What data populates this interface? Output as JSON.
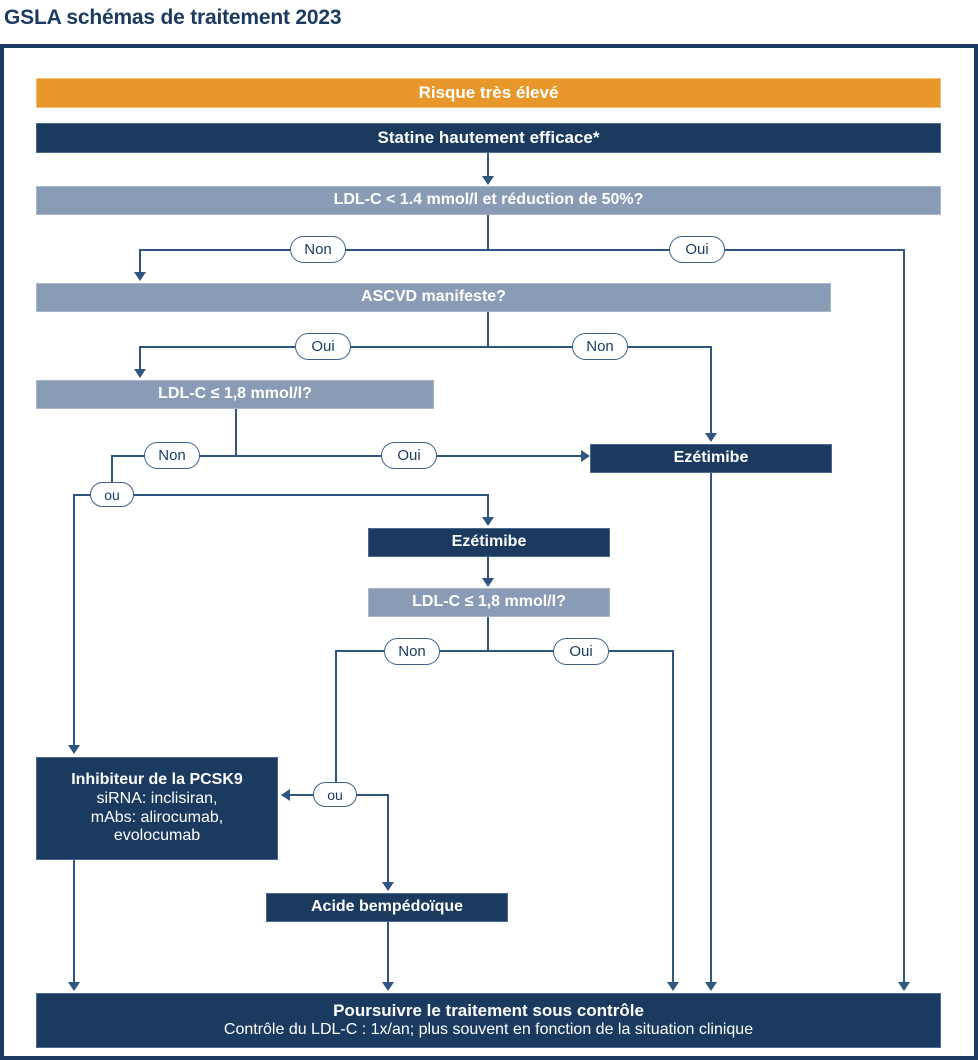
{
  "page": {
    "title": "GSLA schémas de traitement 2023",
    "colors": {
      "navy": "#1A3A5F",
      "orange": "#E8982A",
      "grey_blue": "#8A9CB5",
      "connector": "#2E5680",
      "white": "#FFFFFF"
    }
  },
  "chart_data": {
    "type": "diagram",
    "title": "GSLA schémas de traitement 2023",
    "subtitle": "Risque très élevé",
    "nodes": [
      {
        "id": "risk",
        "label": "Risque très élevé",
        "style": "orange",
        "shape": "bar"
      },
      {
        "id": "statin",
        "label": "Statine hautement efficace*",
        "style": "navy",
        "shape": "bar"
      },
      {
        "id": "q1",
        "label": "LDL-C < 1.4 mmol/l et réduction de 50%?",
        "style": "grey",
        "shape": "decision"
      },
      {
        "id": "q2",
        "label": "ASCVD manifeste?",
        "style": "grey",
        "shape": "decision"
      },
      {
        "id": "q3",
        "label": "LDL-C ≤ 1,8 mmol/l?",
        "style": "grey",
        "shape": "decision"
      },
      {
        "id": "eze_right",
        "label": "Ezétimibe",
        "style": "navy",
        "shape": "bar"
      },
      {
        "id": "eze_mid",
        "label": "Ezétimibe",
        "style": "navy",
        "shape": "bar"
      },
      {
        "id": "q4",
        "label": "LDL-C ≤ 1,8 mmol/l?",
        "style": "grey",
        "shape": "decision"
      },
      {
        "id": "pcsk9",
        "label": "Inhibiteur de la PCSK9",
        "style": "navy",
        "shape": "bar",
        "detail": "siRNA: inclisiran,\nmAbs: alirocumab,\nevolocumab"
      },
      {
        "id": "bempedoic",
        "label": "Acide bempédoïque",
        "style": "navy",
        "shape": "bar"
      },
      {
        "id": "followup",
        "label": "Poursuivre le traitement sous contrôle",
        "style": "navy",
        "shape": "bar",
        "detail": "Contrôle du LDL-C : 1x/an; plus souvent en fonction de la situation clinique"
      }
    ],
    "edges": [
      {
        "from": "risk",
        "to": "statin",
        "label": ""
      },
      {
        "from": "statin",
        "to": "q1",
        "label": ""
      },
      {
        "from": "q1",
        "to": "q2",
        "label": "Non"
      },
      {
        "from": "q1",
        "to": "followup",
        "label": "Oui"
      },
      {
        "from": "q2",
        "to": "q3",
        "label": "Oui"
      },
      {
        "from": "q2",
        "to": "eze_right",
        "label": "Non"
      },
      {
        "from": "q3",
        "to": "eze_right",
        "label": "Oui"
      },
      {
        "from": "q3",
        "to": "ou_top",
        "label": "Non"
      },
      {
        "from": "ou_top",
        "to": "eze_mid",
        "label": "ou"
      },
      {
        "from": "ou_top",
        "to": "pcsk9",
        "label": "ou"
      },
      {
        "from": "eze_right",
        "to": "followup",
        "label": ""
      },
      {
        "from": "eze_mid",
        "to": "q4",
        "label": ""
      },
      {
        "from": "q4",
        "to": "ou_bottom",
        "label": "Non"
      },
      {
        "from": "q4",
        "to": "followup",
        "label": "Oui"
      },
      {
        "from": "ou_bottom",
        "to": "pcsk9",
        "label": "ou"
      },
      {
        "from": "ou_bottom",
        "to": "bempedoic",
        "label": "ou"
      },
      {
        "from": "pcsk9",
        "to": "followup",
        "label": ""
      },
      {
        "from": "bempedoic",
        "to": "followup",
        "label": ""
      }
    ]
  },
  "boxes": {
    "risk": {
      "label": "Risque très élevé"
    },
    "statin": {
      "label": "Statine hautement efficace*"
    },
    "q1": {
      "label": "LDL-C < 1.4 mmol/l et réduction de 50%?"
    },
    "q2": {
      "label": "ASCVD manifeste?"
    },
    "q3": {
      "label": "LDL-C ≤ 1,8 mmol/l?"
    },
    "eze_right": {
      "label": "Ezétimibe"
    },
    "eze_mid": {
      "label": "Ezétimibe"
    },
    "q4": {
      "label": "LDL-C ≤ 1,8 mmol/l?"
    },
    "pcsk9": {
      "title": "Inhibiteur de la PCSK9",
      "line2": "siRNA: inclisiran,",
      "line3": "mAbs: alirocumab,",
      "line4": "evolocumab"
    },
    "bempedoic": {
      "label": "Acide bempédoïque"
    },
    "followup": {
      "title": "Poursuivre le traitement sous contrôle",
      "detail": "Contrôle du LDL-C : 1x/an; plus souvent en fonction de la situation clinique"
    }
  },
  "labels": {
    "q1_non": "Non",
    "q1_oui": "Oui",
    "q2_oui": "Oui",
    "q2_non": "Non",
    "q3_non": "Non",
    "q3_oui": "Oui",
    "ou_top": "ou",
    "q4_non": "Non",
    "q4_oui": "Oui",
    "ou_bottom": "ou"
  }
}
